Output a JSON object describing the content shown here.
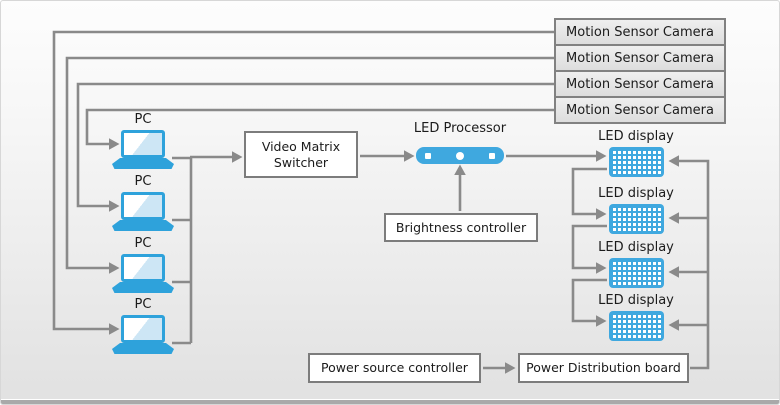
{
  "cameras": [
    "Motion Sensor Camera",
    "Motion Sensor Camera",
    "Motion Sensor Camera",
    "Motion Sensor Camera"
  ],
  "pcs": [
    "PC",
    "PC",
    "PC",
    "PC"
  ],
  "displays": [
    "LED display",
    "LED display",
    "LED display",
    "LED display"
  ],
  "nodes": {
    "video_matrix_switcher": "Video Matrix Switcher",
    "led_processor": "LED Processor",
    "brightness_controller": "Brightness controller",
    "power_source_controller": "Power source controller",
    "power_distribution_board": "Power Distribution board"
  },
  "colors": {
    "device_blue": "#2EA2DB",
    "led_blue": "#3FA8DF",
    "wire_gray": "#8A8A8A",
    "box_border_gray": "#7C7C7C",
    "camera_fill": "#E4E4E4",
    "background_top": "#FDFDFD",
    "background_bottom": "#E2E2E2"
  }
}
